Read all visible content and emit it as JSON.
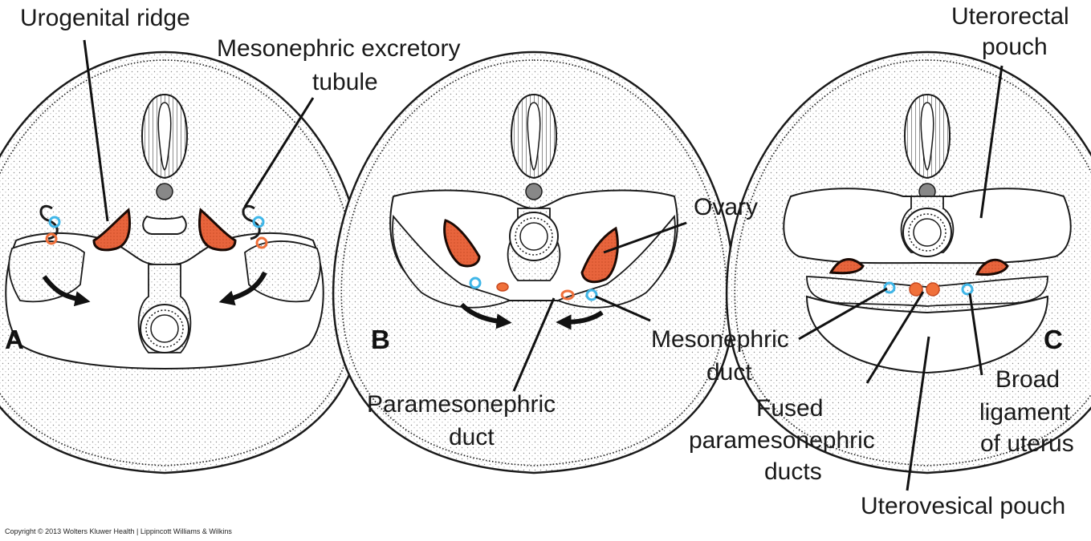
{
  "labels": {
    "urogenital_ridge": "Urogenital ridge",
    "mesonephric_excretory_tubule_1": "Mesonephric excretory",
    "mesonephric_excretory_tubule_2": "tubule",
    "ovary": "Ovary",
    "paramesonephric_duct_1": "Paramesonephric",
    "paramesonephric_duct_2": "duct",
    "mesonephric_duct_1": "Mesonephric",
    "mesonephric_duct_2": "duct",
    "uterorectal_pouch_1": "Uterorectal",
    "uterorectal_pouch_2": "pouch",
    "fused_paramesonephric_1": "Fused",
    "fused_paramesonephric_2": "paramesonephric",
    "fused_paramesonephric_3": "ducts",
    "broad_ligament_1": "Broad",
    "broad_ligament_2": "ligament",
    "broad_ligament_3": "of uterus",
    "uterovesical_pouch": "Uterovesical pouch"
  },
  "panels": {
    "a": "A",
    "b": "B",
    "c": "C"
  },
  "copyright": "Copyright © 2013 Wolters Kluwer Health | Lippincott Williams & Wilkins",
  "colors": {
    "gonad": "#e8643c",
    "gonad_edge": "#1a0a05",
    "paramesonephric": "#f0703a",
    "mesonephric": "#3fb6e8",
    "outline": "#1a1a1a",
    "stipple": "#cfcfcf"
  }
}
